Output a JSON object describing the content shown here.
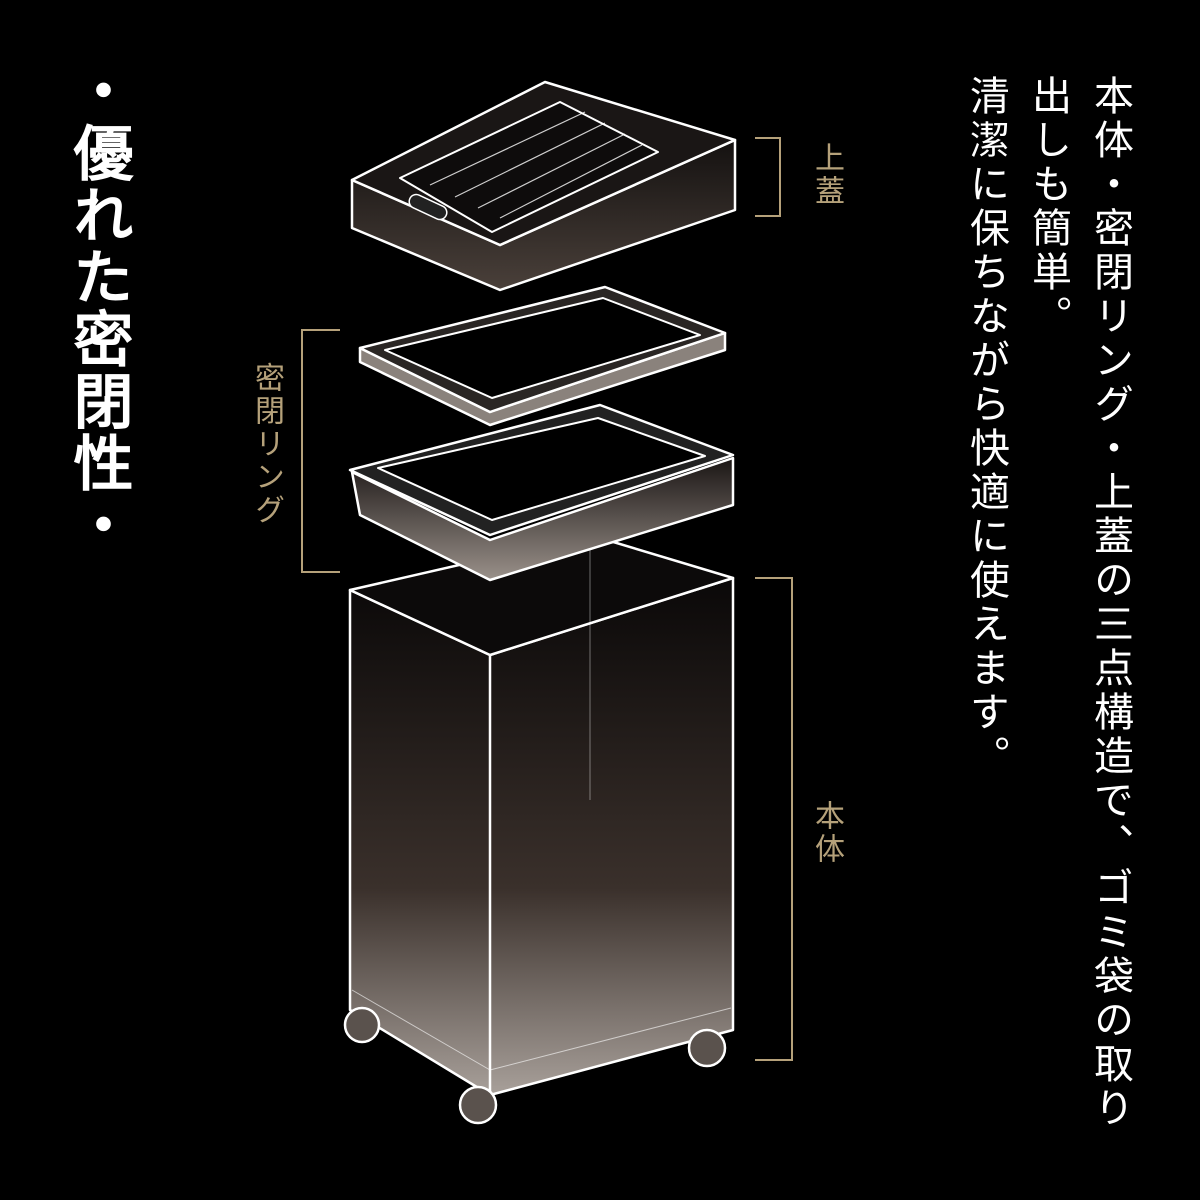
{
  "title": "・優れた密閉性・",
  "description": [
    "本体・密閉リング・上蓋の三点構造で、ゴミ袋の取り",
    "出しも簡単。",
    "清潔に保ちながら快適に使えます。"
  ],
  "labels": {
    "lid": "上蓋",
    "ring": "密閉リング",
    "body": "本体"
  },
  "colors": {
    "background": "#000000",
    "text": "#ffffff",
    "label": "#b5a17a"
  }
}
